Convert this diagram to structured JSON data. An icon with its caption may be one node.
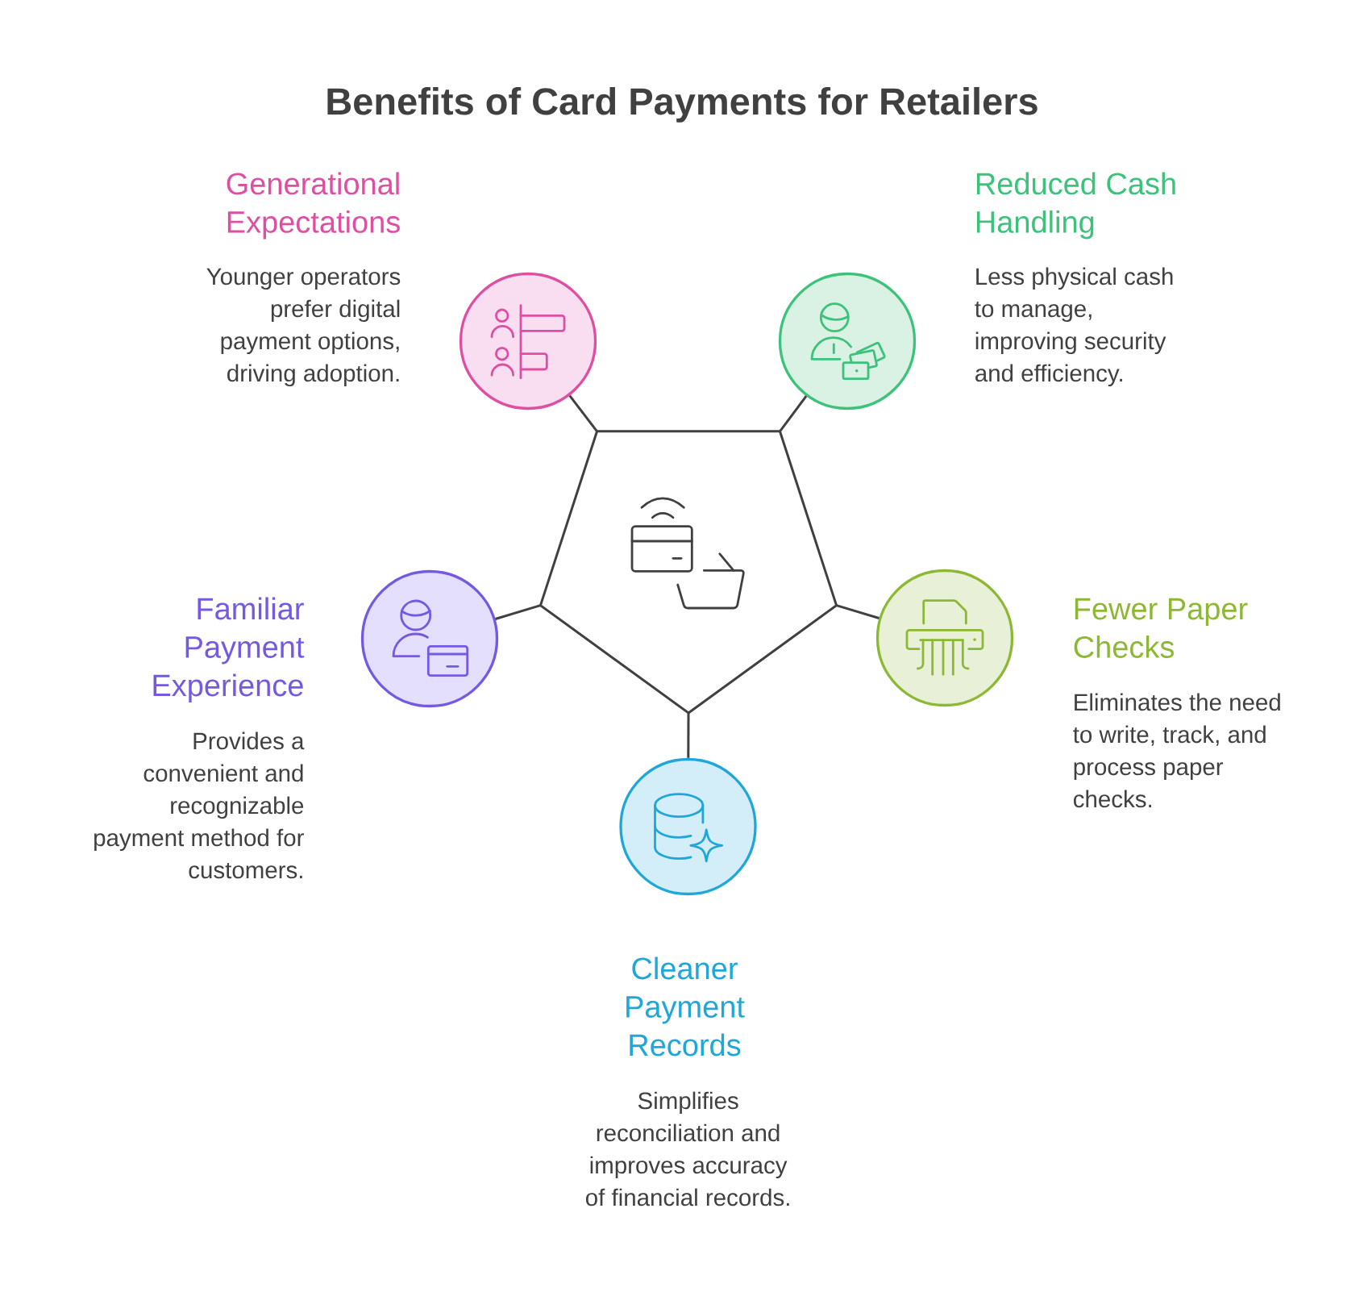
{
  "diagram": {
    "title": "Benefits of Card Payments for Retailers",
    "nodes": [
      {
        "text": [
          "Generational Expectations",
          "Younger operators prefer digital payment options, driving adoption."
        ]
      },
      {
        "text": [
          "Reduced Cash Handling",
          "Less physical cash to manage, improving security and efficiency."
        ]
      },
      {
        "text": [],
        "shape": "pentagon"
      },
      {
        "text": [
          "Familiar Payment Experience",
          "Provides a convenient and recognizable payment method for customers."
        ]
      },
      {
        "text": [
          "Fewer Paper Checks",
          "Eliminates the need to write, track, and process paper checks."
        ]
      },
      {
        "text": [
          "Cleaner Payment Records",
          "Simplifies reconciliation and improves accuracy of financial records."
        ]
      }
    ],
    "edges": [
      {
        "from": 2,
        "to": 0,
        "arrow": "none"
      },
      {
        "from": 2,
        "to": 1,
        "arrow": "none"
      },
      {
        "from": 2,
        "to": 3,
        "arrow": "none"
      },
      {
        "from": 2,
        "to": 4,
        "arrow": "none"
      },
      {
        "from": 2,
        "to": 5,
        "arrow": "none"
      }
    ]
  }
}
